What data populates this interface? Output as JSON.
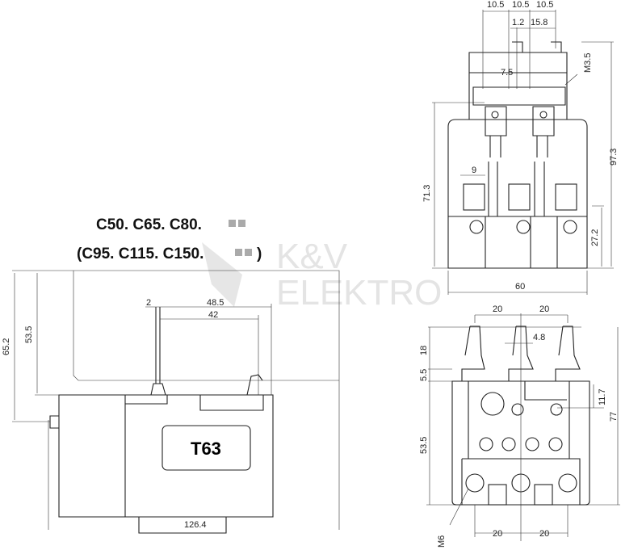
{
  "titles": {
    "line1": "C50. C65. C80.",
    "line2_prefix": "(C95. C115. C150.",
    "line2_suffix": ")"
  },
  "watermark": {
    "line1": "K&V",
    "line2": "ELEKTRO"
  },
  "side_view": {
    "label": "T63",
    "dims": {
      "height_total": "65.2",
      "height_top": "53.5",
      "pin_width": "2",
      "span_outer": "48.5",
      "span_inner": "42",
      "length": "126.4"
    }
  },
  "front_view": {
    "dims": {
      "pitch1": "10.5",
      "pitch2": "10.5",
      "pitch3": "10.5",
      "offset": "1.2",
      "offset2": "15.8",
      "spacing": "7.5",
      "screw": "M3.5",
      "height_total": "97.3",
      "height_body": "71.3",
      "terminal_width": "9",
      "terminal_height": "27.2",
      "width": "60"
    }
  },
  "bottom_view": {
    "dims": {
      "pitch_top1": "20",
      "pitch_top2": "20",
      "pin_width": "4.8",
      "pin_len": "18",
      "base": "5.5",
      "hole_offset": "11.7",
      "body": "53.5",
      "height_total": "77",
      "pitch_bot1": "20",
      "pitch_bot2": "20",
      "screw": "M6"
    }
  }
}
